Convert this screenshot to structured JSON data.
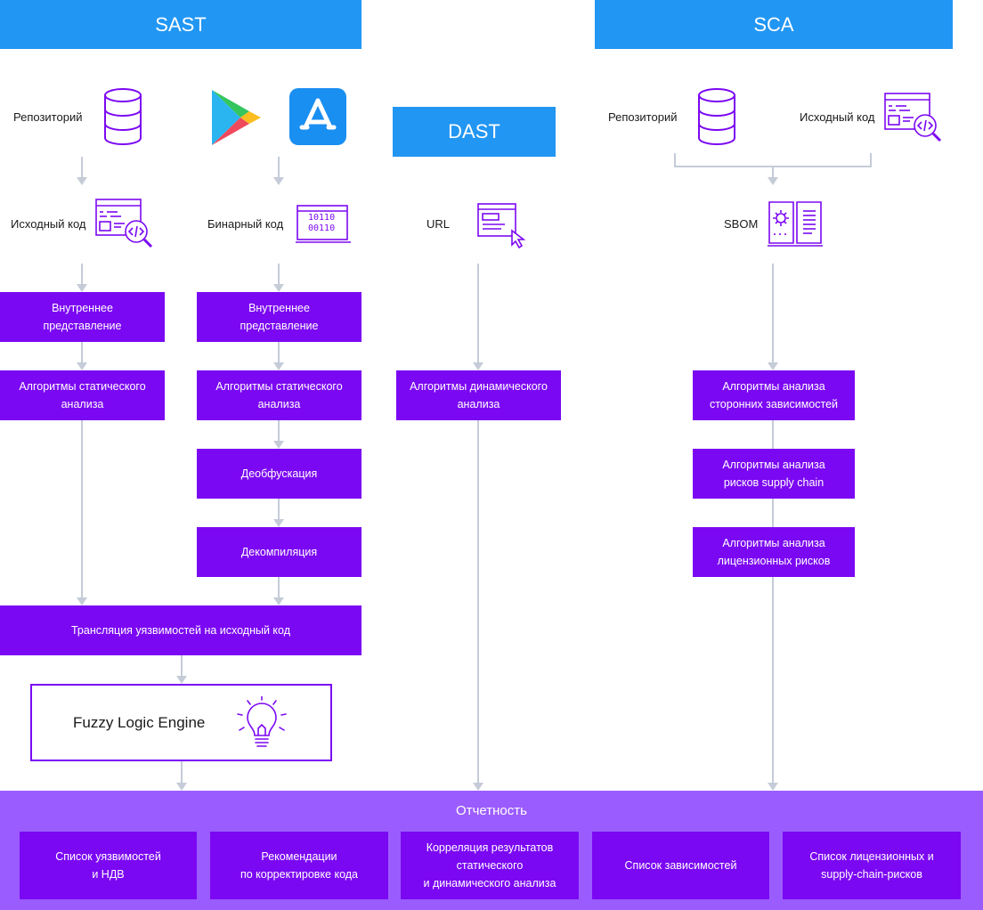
{
  "headers": {
    "sast": "SAST",
    "sca": "SCA",
    "dast": "DAST"
  },
  "sast": {
    "repo_label": "Репозиторий",
    "source_label": "Исходный код",
    "binary_label": "Бинарный код",
    "binary_digits": [
      "10110",
      "00110"
    ],
    "left_boxes": [
      "Внутреннее\nпредставление",
      "Алгоритмы статического\nанализа"
    ],
    "right_boxes": [
      "Внутреннее\nпредставление",
      "Алгоритмы статического\nанализа",
      "Деобфускация",
      "Декомпиляция"
    ],
    "translation": "Трансляция уязвимостей на исходный код",
    "fuzzy": "Fuzzy Logic Engine"
  },
  "dast": {
    "url_label": "URL",
    "box": "Алгоритмы динамического\nанализа"
  },
  "sca": {
    "repo_label": "Репозиторий",
    "source_label": "Исходный код",
    "sbom_label": "SBOM",
    "boxes": [
      "Алгоритмы анализа\nсторонних зависимостей",
      "Алгоритмы анализа\nрисков supply chain",
      "Алгоритмы анализа\nлицензионных рисков"
    ]
  },
  "report": {
    "title": "Отчетность",
    "items": [
      "Список уязвимостей\nи НДВ",
      "Рекомендации\nпо корректировке кода",
      "Корреляция результатов\nстатического\nи динамического анализа",
      "Список зависимостей",
      "Список лицензионных и\nsupply-chain-рисков"
    ]
  },
  "colors": {
    "header_blue": "#2196f3",
    "purple": "#7b08f2",
    "report_bg": "#9b5cff",
    "connector": "#c5ccd8"
  }
}
